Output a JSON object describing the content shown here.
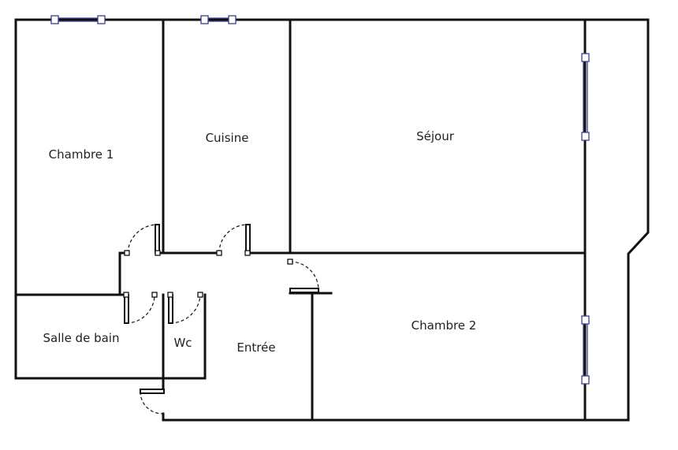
{
  "plan": {
    "rooms": {
      "chambre1": "Chambre 1",
      "cuisine": "Cuisine",
      "sejour": "Séjour",
      "chambre2": "Chambre 2",
      "salle_de_bain": "Salle de bain",
      "wc": "Wc",
      "entree": "Entrée"
    }
  },
  "colors": {
    "wall": "#111111",
    "window": "#3b3f8f",
    "background": "#ffffff"
  }
}
